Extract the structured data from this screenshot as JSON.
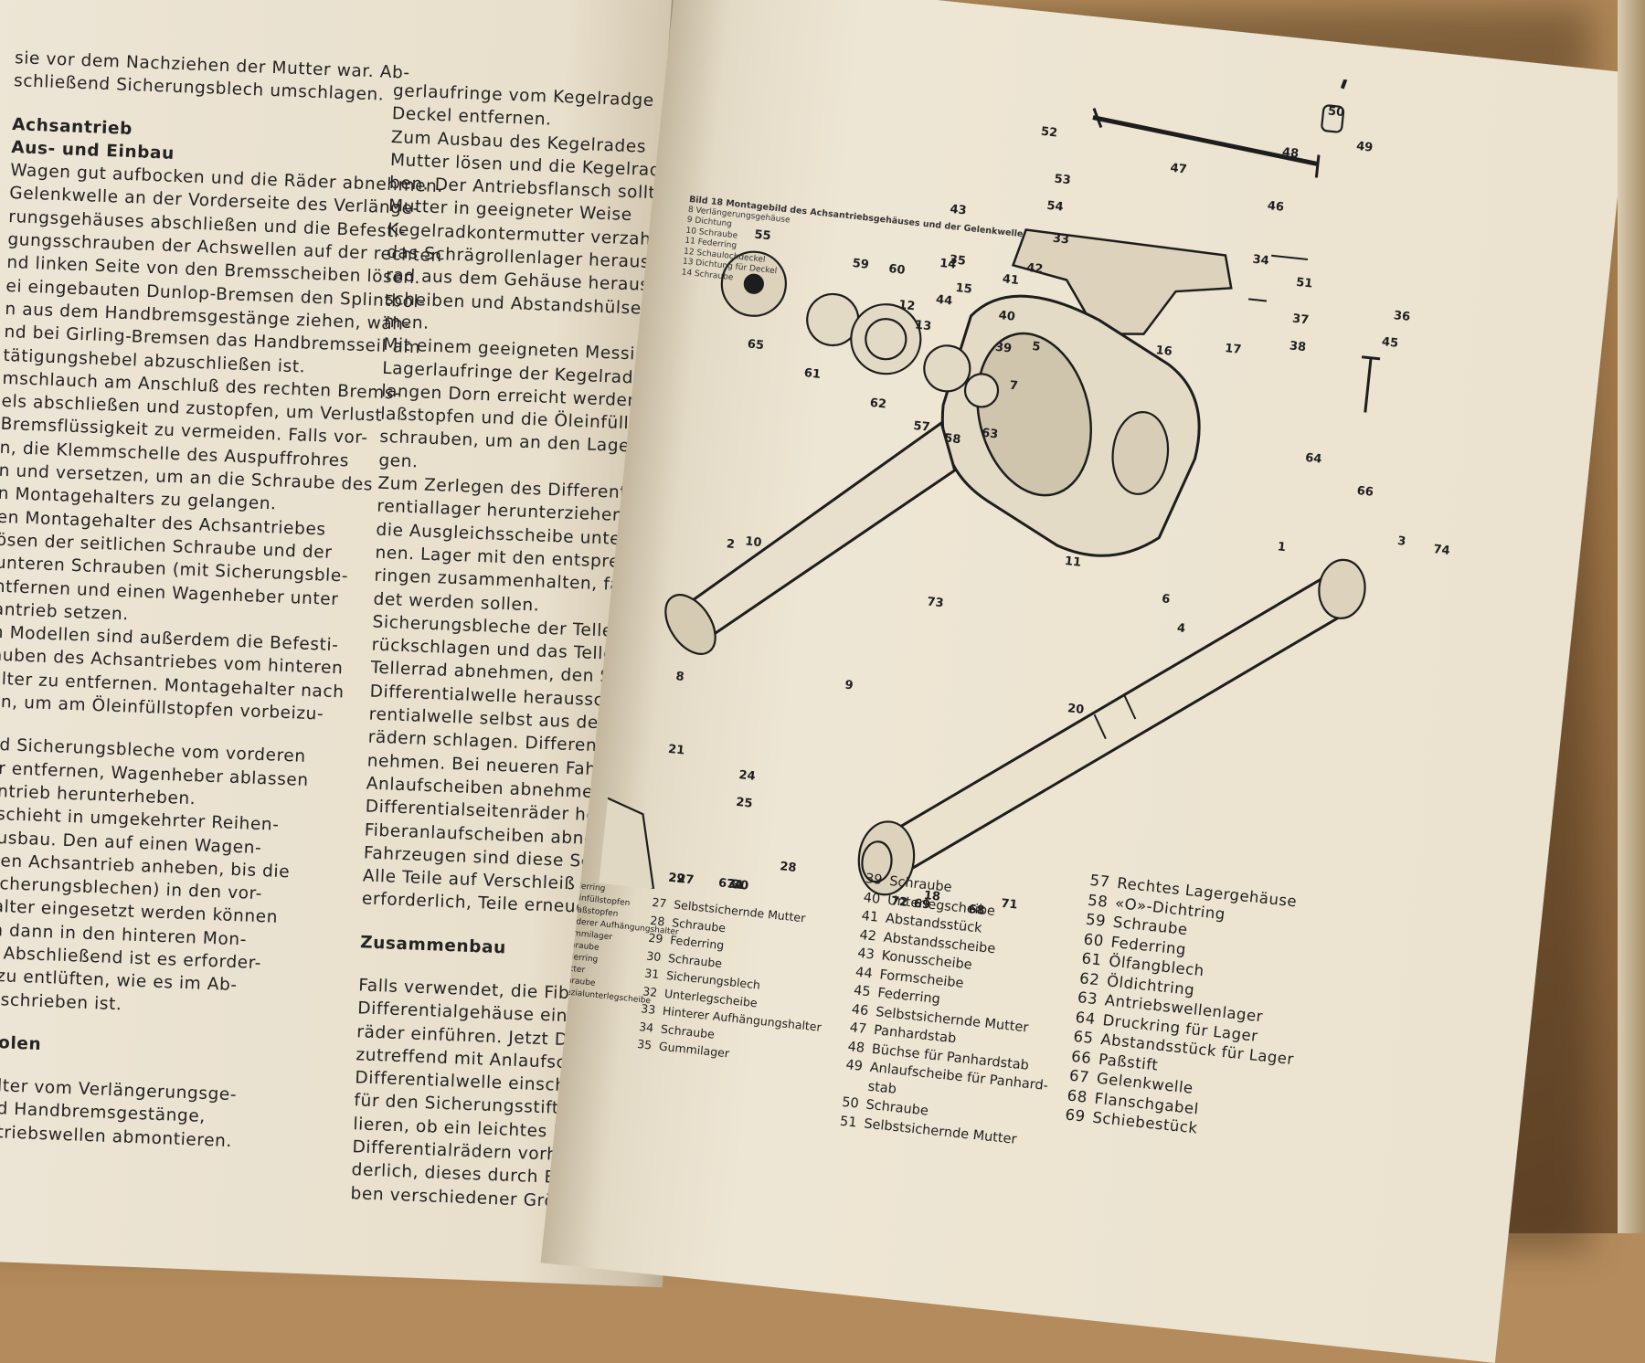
{
  "left_page": {
    "column_a": [
      {
        "text": "sie vor dem Nachziehen der Mutter war. Ab-"
      },
      {
        "text": "schließend Sicherungsblech umschlagen."
      },
      {
        "gap": true
      },
      {
        "text": "Achsantrieb",
        "bold": true
      },
      {
        "text": "Aus- und Einbau",
        "bold": true
      },
      {
        "text": "Wagen gut aufbocken und die Räder abnehmen."
      },
      {
        "text": "Gelenkwelle an der Vorderseite des Verlänge-"
      },
      {
        "text": "rungsgehäuses abschließen und die Befesti-"
      },
      {
        "text": "gungsschrauben der Achswellen auf der rechten"
      },
      {
        "text": "nd linken Seite von den Bremsscheiben lösen."
      },
      {
        "text": "ei eingebauten Dunlop-Bremsen den Splintbol-"
      },
      {
        "text": "n aus dem Handbremsgestänge ziehen, wäh-"
      },
      {
        "text": "nd bei Girling-Bremsen das Handbremsseil am"
      },
      {
        "text": "tätigungshebel abzuschließen ist."
      },
      {
        "text": "mschlauch am Anschluß des rechten Brems-"
      },
      {
        "text": "els abschließen und zustopfen, um Verlust"
      },
      {
        "text": "Bremsflüssigkeit zu vermeiden. Falls vor-"
      },
      {
        "text": "n, die Klemmschelle des Auspuffrohres"
      },
      {
        "text": "n und versetzen, um an die Schraube des"
      },
      {
        "text": "n Montagehalters zu gelangen."
      },
      {
        "text": "en Montagehalter des Achsantriebes"
      },
      {
        "text": "ösen der seitlichen Schraube und der"
      },
      {
        "text": "unteren Schrauben (mit Sicherungsble-"
      },
      {
        "text": "ntfernen und einen Wagenheber unter"
      },
      {
        "text": "antrieb setzen."
      },
      {
        "text": "n Modellen sind außerdem die Befesti-"
      },
      {
        "text": "auben des Achsantriebes vom hinteren"
      },
      {
        "text": "alter zu entfernen. Montagehalter nach"
      },
      {
        "text": "en, um am Öleinfüllstopfen vorbeizu-"
      },
      {
        "gap": true
      },
      {
        "text": "nd Sicherungsbleche vom vorderen"
      },
      {
        "text": "er entfernen, Wagenheber ablassen"
      },
      {
        "text": "antrieb herunterheben."
      },
      {
        "text": "eschieht in umgekehrter Reihen-"
      },
      {
        "text": "Ausbau. Den auf einen Wagen-"
      },
      {
        "text": "zten Achsantrieb anheben, bis die"
      },
      {
        "text": "Sicherungsblechen) in den vor-"
      },
      {
        "text": "halter eingesetzt werden können"
      },
      {
        "text": "en dann in den hinteren Mon-"
      },
      {
        "text": "n. Abschließend ist es erforder-"
      },
      {
        "text": "n zu entlüften, wie es im Ab-"
      },
      {
        "text": "beschrieben ist."
      },
      {
        "gap": true
      },
      {
        "text": "rholen",
        "bold": true
      },
      {
        "gap": true
      },
      {
        "text": "halter vom Verlängerungsge-"
      },
      {
        "text": "und Handbremsgestänge,"
      },
      {
        "text": "Antriebswellen abmontieren."
      }
    ],
    "column_b": [
      {
        "text": "gerlaufringe vom Kegelradge"
      },
      {
        "text": "Deckel entfernen."
      },
      {
        "text": "Zum Ausbau des Kegelrades"
      },
      {
        "text": "Mutter lösen und die Kegelrad"
      },
      {
        "text": "ben. Der Antriebsflansch sollte"
      },
      {
        "text": "Mutter in geeigneter Weise"
      },
      {
        "text": "Kegelradkontermutter verzahnt"
      },
      {
        "text": "das Schrägrollenlager herausgen"
      },
      {
        "text": "rad aus dem Gehäuse heraus"
      },
      {
        "text": "scheiben und Abstandshülse vom"
      },
      {
        "text": "men."
      },
      {
        "text": "Mit einem geeigneten Messingdorn"
      },
      {
        "text": "Lagerlaufringe der Kegelradlager"
      },
      {
        "text": "langen Dorn erreicht werden kann"
      },
      {
        "text": "laßstopfen und die Öleinfüllschrau"
      },
      {
        "text": "schrauben, um an den Lagerlaufring"
      },
      {
        "text": "gen."
      },
      {
        "text": "Zum Zerlegen des Differentialgehäuses"
      },
      {
        "text": "rentiallager herunterziehen und falls"
      },
      {
        "text": "die Ausgleichsscheibe unter den Lager"
      },
      {
        "text": "nen. Lager mit den entsprechenden"
      },
      {
        "text": "ringen zusammenhalten, falls sie wieder"
      },
      {
        "text": "det werden sollen."
      },
      {
        "text": "Sicherungsbleche der Tellerradschr"
      },
      {
        "text": "rückschlagen und das Tellerrad abschr"
      },
      {
        "text": "Tellerrad abnehmen, den Sicherungsstift"
      },
      {
        "text": "Differentialwelle herausschlagen und"
      },
      {
        "text": "rentialwelle selbst aus den Differential"
      },
      {
        "text": "rädern schlagen. Differentialkegelräder"
      },
      {
        "text": "nehmen. Bei neueren Fahrzeugen"
      },
      {
        "text": "Anlaufscheiben abnehmen. Ebenfalls"
      },
      {
        "text": "Differentialseitenräder herausnehmen"
      },
      {
        "text": "Fiberanlaufscheiben abnehmen. Bei"
      },
      {
        "text": "Fahrzeugen sind diese Scheiben aus"
      },
      {
        "text": "Alle Teile auf Verschleiß kontrollieren"
      },
      {
        "text": "erforderlich, Teile erneuern."
      },
      {
        "gap": true
      },
      {
        "text": "Zusammenbau",
        "bold": true
      },
      {
        "gap": true
      },
      {
        "text": "Falls verwendet, die Fiberanlaufscheiben"
      },
      {
        "text": "Differentialgehäuse einlegen und die"
      },
      {
        "text": "räder einführen. Jetzt Differentialkegel"
      },
      {
        "text": "zutreffend mit Anlaufscheiben) einsetzen"
      },
      {
        "text": "Differentialwelle einschieben, so daß"
      },
      {
        "text": "für den Sicherungsstift ausgerichtet"
      },
      {
        "text": "lieren, ob ein leichtes Flankenspiel"
      },
      {
        "text": "Differentialrädern vorhanden ist. Falls"
      },
      {
        "text": "derlich, dieses durch Einlagen von"
      },
      {
        "text": "ben verschiedener Größen korrigieren"
      }
    ]
  },
  "right_page": {
    "figure_caption_title": "Bild 18  Montagebild des Achsantriebsgehäuses und der Gelenkwelle",
    "figure_caption_lines": [
      "8  Verlängerungsgehäuse",
      "9  Dichtung",
      "10 Schraube",
      "11 Federring",
      "12 Schaulochdeckel",
      "13 Dichtung für Deckel",
      "14 Schraube"
    ],
    "callout_numbers": [
      "50",
      "49",
      "52",
      "48",
      "47",
      "46",
      "53",
      "54",
      "43",
      "35",
      "42",
      "44",
      "33",
      "41",
      "40",
      "39",
      "34",
      "51",
      "37",
      "38",
      "45",
      "36",
      "55",
      "59",
      "60",
      "14",
      "15",
      "12",
      "13",
      "16",
      "17",
      "5",
      "7",
      "65",
      "61",
      "62",
      "57",
      "58",
      "63",
      "64",
      "66",
      "2",
      "10",
      "11",
      "1",
      "6",
      "4",
      "3",
      "74",
      "73",
      "9",
      "8",
      "21",
      "24",
      "25",
      "20",
      "67",
      "28",
      "18",
      "71",
      "72",
      "68",
      "69",
      "70",
      "30",
      "31",
      "29",
      "22",
      "27"
    ],
    "legend_small": [
      "Federring",
      "Öleinfüllstopfen",
      "Ablaßstopfen",
      "Vorderer Aufhängungshalter",
      "Gummilager",
      "Schraube",
      "Federring",
      "Mutter",
      "Schraube",
      "Spezialunterlegscheibe"
    ],
    "legend_1": [
      {
        "num": "27",
        "text": "Selbstsichernde Mutter"
      },
      {
        "num": "28",
        "text": "Schraube"
      },
      {
        "num": "29",
        "text": "Federring"
      },
      {
        "num": "30",
        "text": "Schraube"
      },
      {
        "num": "31",
        "text": "Sicherungsblech"
      },
      {
        "num": "32",
        "text": "Unterlegscheibe"
      },
      {
        "num": "33",
        "text": "Hinterer Aufhängungshalter"
      },
      {
        "num": "34",
        "text": "Schraube"
      },
      {
        "num": "35",
        "text": "Gummilager"
      }
    ],
    "legend_2": [
      {
        "num": "39",
        "text": "Schraube"
      },
      {
        "num": "40",
        "text": "Unterlegscheibe"
      },
      {
        "num": "41",
        "text": "Abstandsstück"
      },
      {
        "num": "42",
        "text": "Abstandsscheibe"
      },
      {
        "num": "43",
        "text": "Konusscheibe"
      },
      {
        "num": "44",
        "text": "Formscheibe"
      },
      {
        "num": "45",
        "text": "Federring"
      },
      {
        "num": "46",
        "text": "Selbstsichernde Mutter"
      },
      {
        "num": "47",
        "text": "Panhardstab"
      },
      {
        "num": "48",
        "text": "Büchse für Panhardstab"
      },
      {
        "num": "49",
        "text": "Anlaufscheibe für Panhard-"
      },
      {
        "num": "",
        "text": "stab"
      },
      {
        "num": "50",
        "text": "Schraube"
      },
      {
        "num": "51",
        "text": "Selbstsichernde Mutter"
      }
    ],
    "legend_3": [
      {
        "num": "57",
        "text": "Rechtes Lagergehäuse"
      },
      {
        "num": "58",
        "text": "«O»-Dichtring"
      },
      {
        "num": "59",
        "text": "Schraube"
      },
      {
        "num": "60",
        "text": "Federring"
      },
      {
        "num": "61",
        "text": "Ölfangblech"
      },
      {
        "num": "62",
        "text": "Öldichtring"
      },
      {
        "num": "63",
        "text": "Antriebswellenlager"
      },
      {
        "num": "64",
        "text": "Druckring für Lager"
      },
      {
        "num": "65",
        "text": "Abstandsstück für Lager"
      },
      {
        "num": "66",
        "text": "Paßstift"
      },
      {
        "num": "67",
        "text": "Gelenkwelle"
      },
      {
        "num": "68",
        "text": "Flanschgabel"
      },
      {
        "num": "69",
        "text": "Schiebestück"
      }
    ]
  }
}
